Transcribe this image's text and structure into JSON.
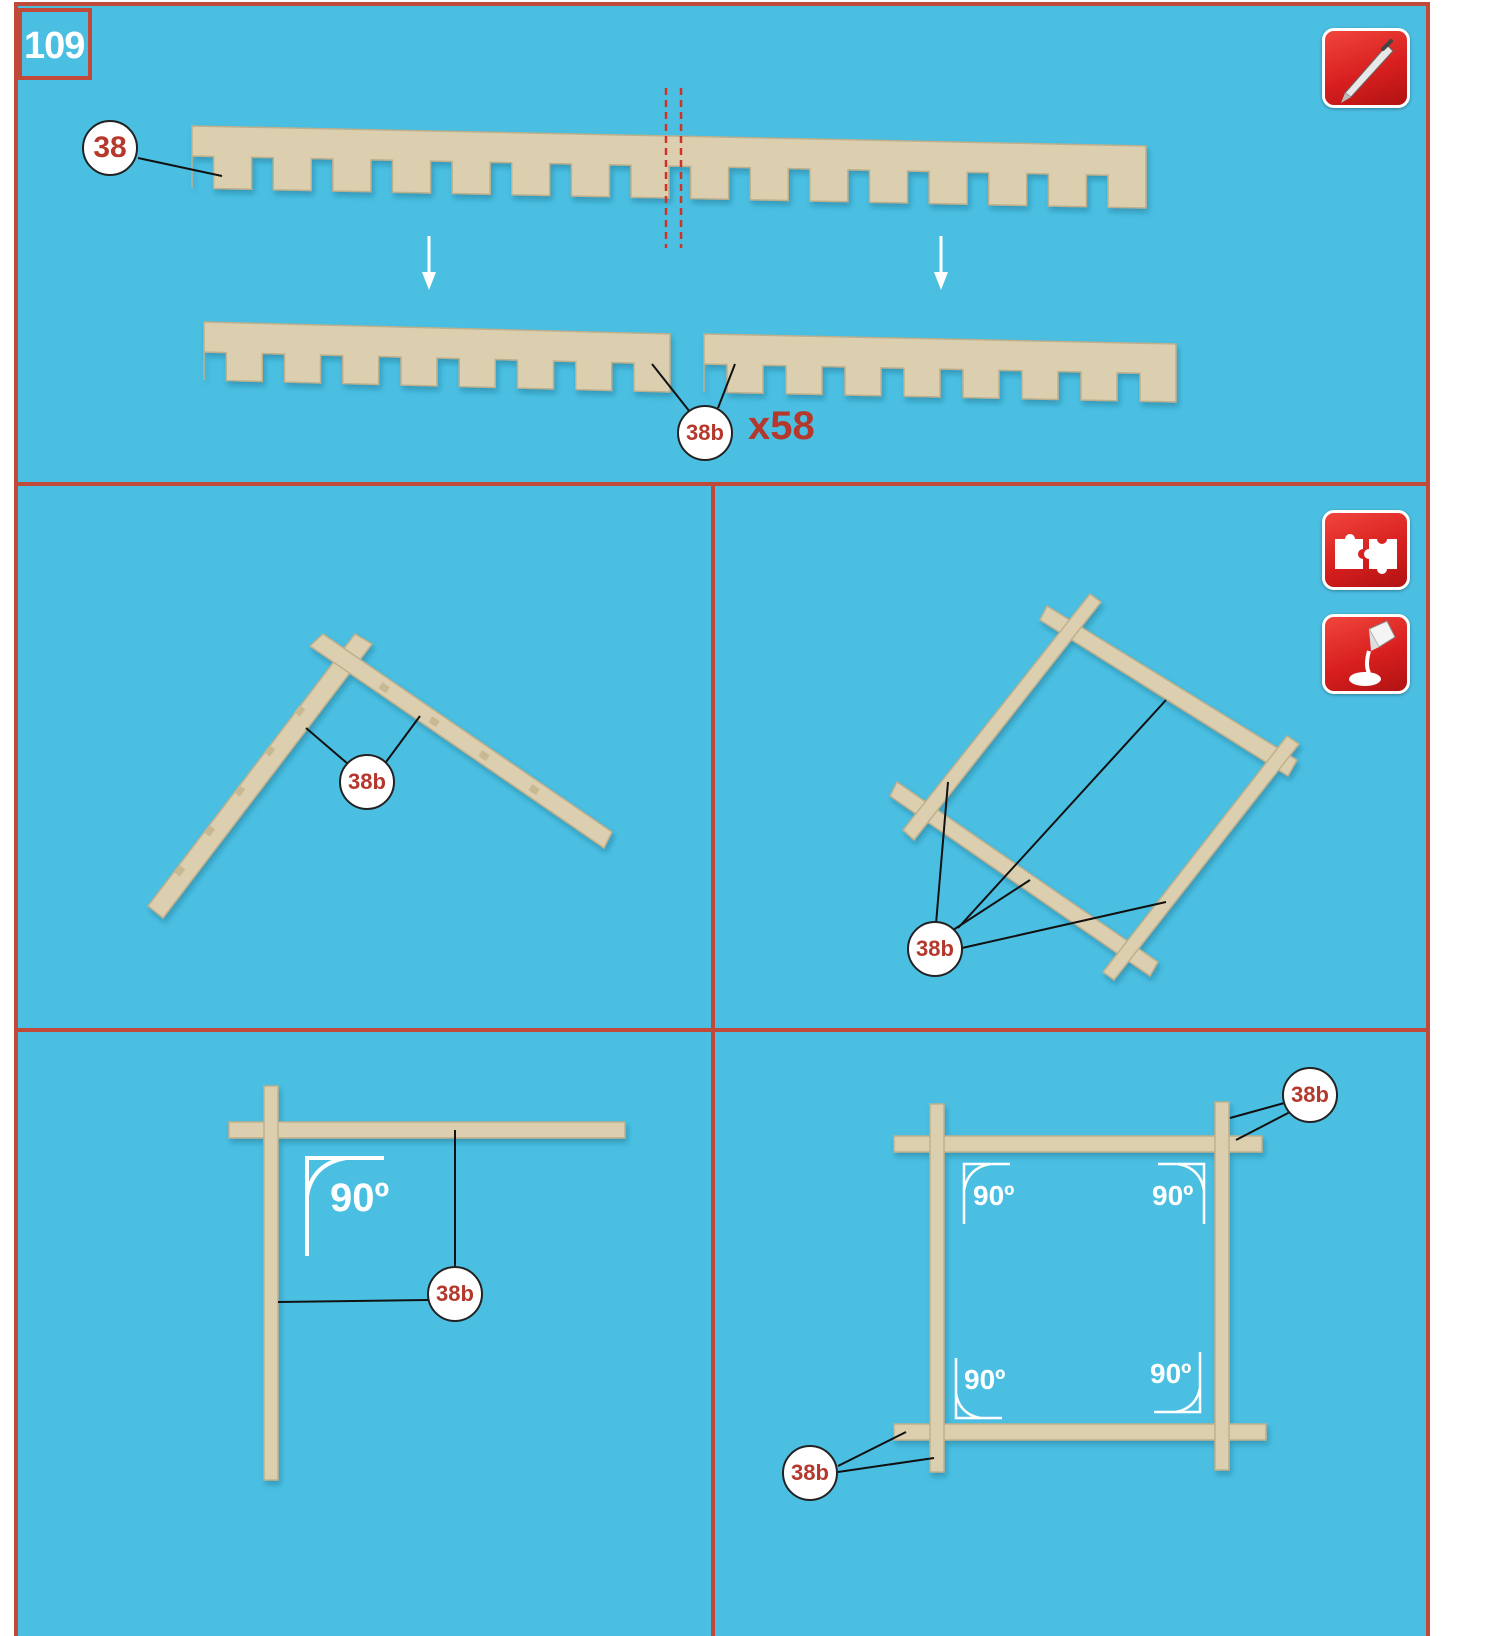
{
  "step_number": "109",
  "step1": {
    "part_label": "38",
    "result_label": "38b",
    "quantity": "x58"
  },
  "step2": {
    "part_label": "38b"
  },
  "step3": {
    "part_label": "38b"
  },
  "step4": {
    "part_label": "38b",
    "angle": "90º"
  },
  "step5": {
    "part_label_top": "38b",
    "part_label_bottom": "38b",
    "angles": [
      "90º",
      "90º",
      "90º",
      "90º"
    ]
  },
  "icons": [
    "cutter-knife-icon",
    "puzzle-fit-icon",
    "glue-bottle-icon"
  ],
  "colors": {
    "panel": "#4bbfe2",
    "frame": "#c0493a",
    "wood": "#dccfb0",
    "label": "#b5382c"
  }
}
